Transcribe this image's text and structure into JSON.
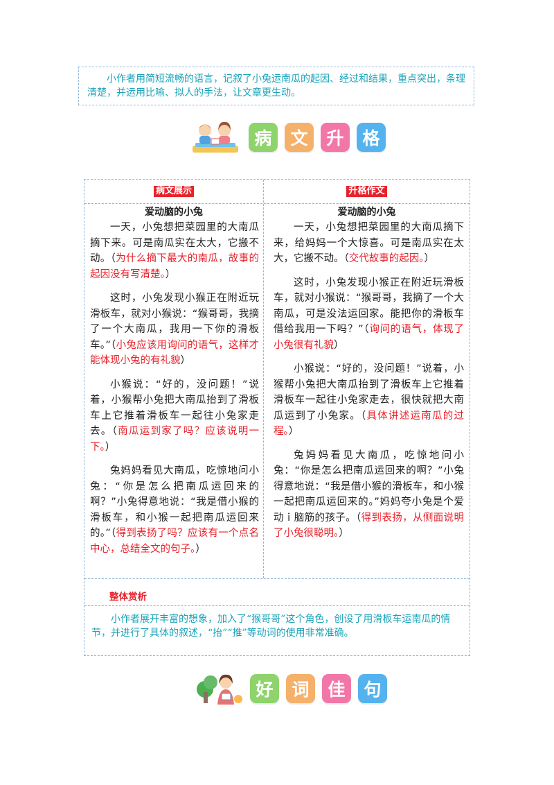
{
  "intro": {
    "text": "小作者用简短流畅的语言，记叙了小兔运南瓜的起因、经过和结果，重点突出，条理清楚，并运用比喻、拟人的手法，让文章更生动。"
  },
  "section_header": {
    "tiles": [
      {
        "char": "病",
        "color": "#8ed36b"
      },
      {
        "char": "文",
        "color": "#f5b06a"
      },
      {
        "char": "升",
        "color": "#f277a8"
      },
      {
        "char": "格",
        "color": "#54b3ee"
      }
    ]
  },
  "table": {
    "left": {
      "label": "病文展示",
      "title": "爱动脑的小兔",
      "paragraphs": [
        {
          "text": "一天，小兔想把菜园里的大南瓜摘下来。可是南瓜实在太大，它搬不动。（",
          "note": "为什么摘下最大的南瓜，故事的起因没有写清楚。",
          "tail": "）"
        },
        {
          "text": "这时，小兔发现小猴正在附近玩滑板车，就对小猴说：“猴哥哥，我摘了一个大南瓜，我用一下你的滑板车。”（",
          "note": "小兔应该用询问的语气，这样才能体现小兔的有礼貌",
          "tail": "）"
        },
        {
          "text": "小猴说：“好的，没问题！”说着，小猴帮小兔把大南瓜抬到了滑板车上它推着滑板车一起往小兔家走去。（",
          "note": "南瓜运到家了吗？应该说明一下。",
          "tail": "）"
        },
        {
          "text": "兔妈妈看见大南瓜，吃惊地问小兔：“你是怎么把南瓜运回来的啊？”小兔得意地说：“我是借小猴的滑板车，和小猴一起把南瓜运回来的。”（",
          "note": "得到表扬了吗？应该有一个点名中心，总结全文的句子。",
          "tail": "）"
        }
      ]
    },
    "right": {
      "label": "升格作文",
      "title": "爱动脑的小兔",
      "paragraphs": [
        {
          "text": "一天，小兔想把菜园里的大南瓜摘下来，给妈妈一个大惊喜。可是南瓜实在太大，它搬不动。（",
          "note": "交代故事的起因。",
          "tail": "）"
        },
        {
          "text": "这时，小兔发现小猴正在附近玩滑板车，就对小猴说：“猴哥哥，我摘了一个大南瓜，可是没法运回家。能把你的滑板车借给我用一下吗？”（",
          "note": "询问的语气，体现了小兔很有礼貌",
          "tail": "）"
        },
        {
          "text": "小猴说：“好的，没问题！”说着，小猴帮小兔把大南瓜抬到了滑板车上它推着滑板车一起往小兔家走去，很快就把大南瓜运到了小兔家。（",
          "note": "具体讲述运南瓜的过程。",
          "tail": "）"
        },
        {
          "text": "兔妈妈看见大南瓜，吃惊地问小兔：“你是怎么把南瓜运回来的啊？”小兔得意地说：“我是借小猴的滑板车，和小猴一起把南瓜运回来的。”妈妈夸小兔是个爱动ｉ脑筋的孩子。（",
          "note": "得到表扬，从侧面说明了小兔很聪明。",
          "tail": "）"
        }
      ]
    },
    "review": {
      "heading": "整体赏析",
      "text": "小作者展开丰富的想象，加入了“猴哥哥”这个角色，创设了用滑板车运南瓜的情节，并进行了具体的叙述，“抬”“推”等动词的使用非常准确。"
    }
  },
  "footer_header": {
    "tiles": [
      {
        "char": "好",
        "color": "#8ed36b"
      },
      {
        "char": "词",
        "color": "#f5b06a"
      },
      {
        "char": "佳",
        "color": "#f277a8"
      },
      {
        "char": "句",
        "color": "#54b3ee"
      }
    ]
  }
}
